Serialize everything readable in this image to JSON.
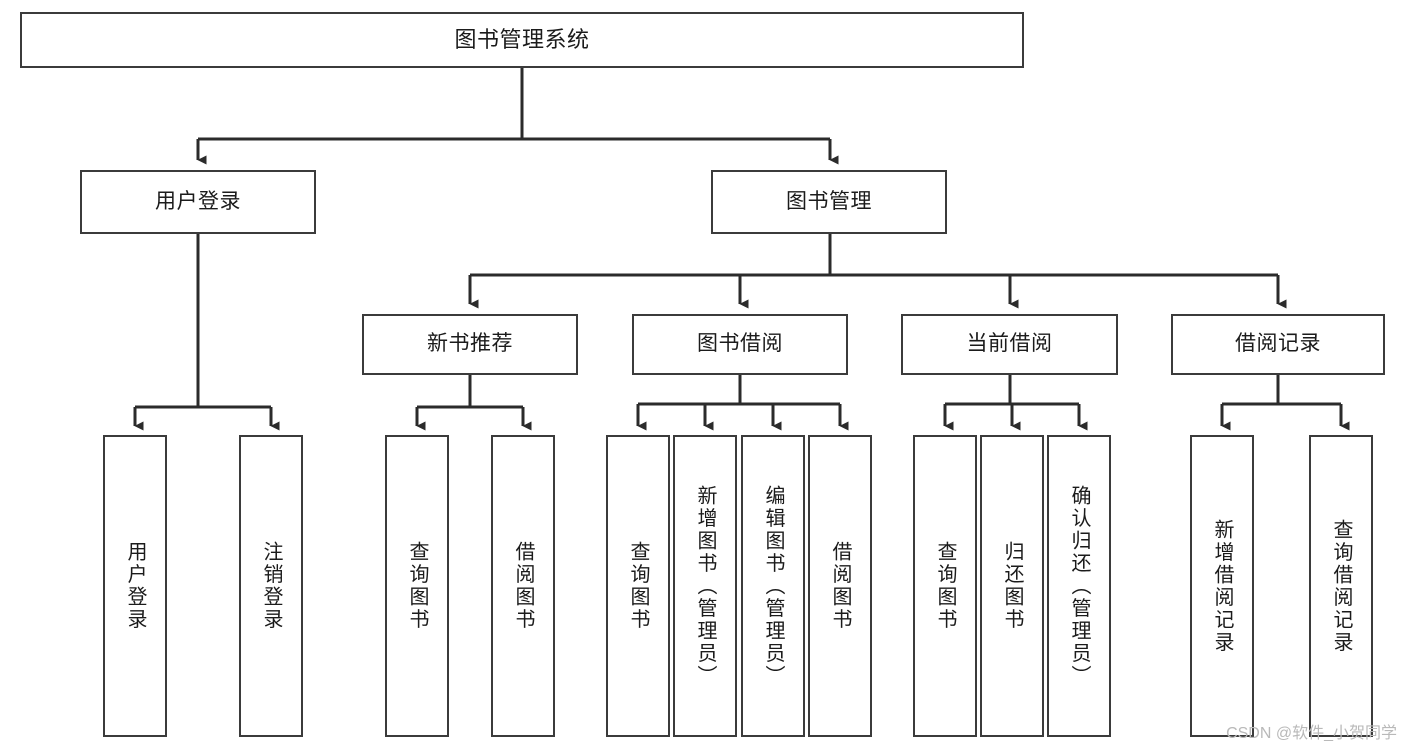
{
  "diagram": {
    "title": "图书管理系统",
    "type": "功能结构图",
    "colors": {
      "background": "#ffffff",
      "node_border": "#3b3b3b",
      "node_fill": "#ffffff",
      "connector": "#2b2b2b",
      "text": "#1b1b1b",
      "watermark": "#b9b9b9"
    },
    "watermark": "CSDN @软件_小贺同学",
    "nodes": {
      "root": {
        "label": "图书管理系统"
      },
      "level1": [
        {
          "label": "用户登录"
        },
        {
          "label": "图书管理"
        }
      ],
      "level2": [
        {
          "label": "新书推荐"
        },
        {
          "label": "图书借阅"
        },
        {
          "label": "当前借阅"
        },
        {
          "label": "借阅记录"
        }
      ],
      "leaves": [
        {
          "label": "用户登录"
        },
        {
          "label": "注销登录"
        },
        {
          "label": "查询图书"
        },
        {
          "label": "借阅图书"
        },
        {
          "label": "查询图书"
        },
        {
          "label": "新增图书（管理员）"
        },
        {
          "label": "编辑图书（管理员）"
        },
        {
          "label": "借阅图书"
        },
        {
          "label": "查询图书"
        },
        {
          "label": "归还图书"
        },
        {
          "label": "确认归还（管理员）"
        },
        {
          "label": "新增借阅记录"
        },
        {
          "label": "查询借阅记录"
        }
      ]
    }
  }
}
